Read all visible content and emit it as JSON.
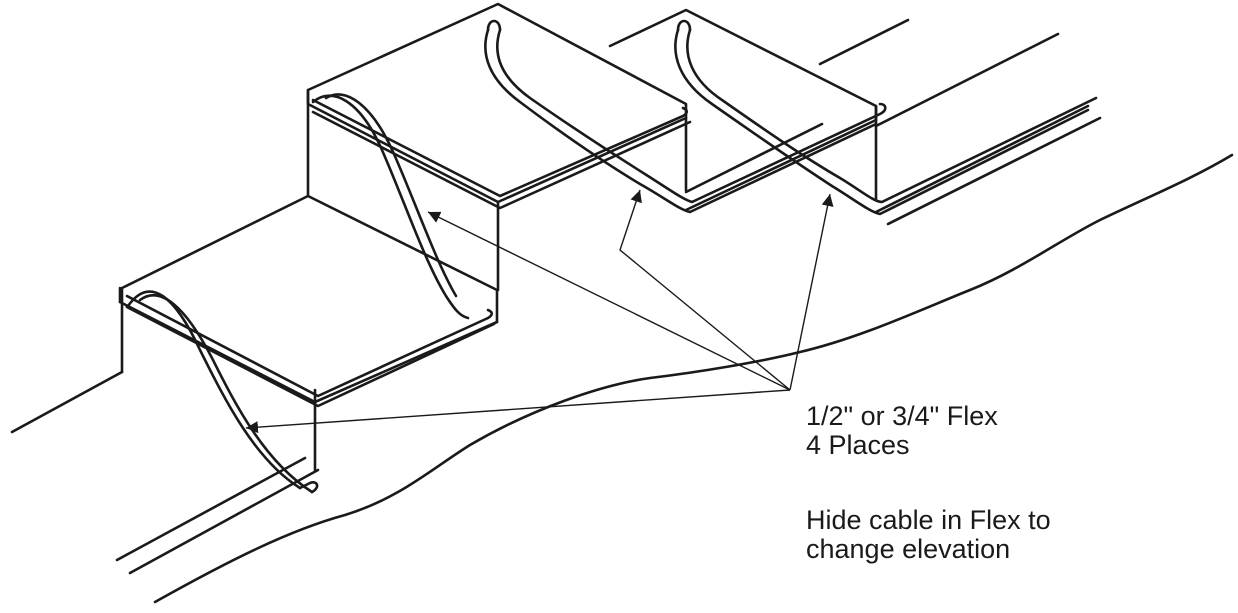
{
  "callouts": {
    "flex_size": "1/2\" or 3/4\" Flex",
    "flex_count": "4 Places",
    "note_line1": "Hide cable in Flex to",
    "note_line2": "change elevation"
  },
  "colors": {
    "line": "#1a1a1a",
    "background": "#ffffff"
  }
}
